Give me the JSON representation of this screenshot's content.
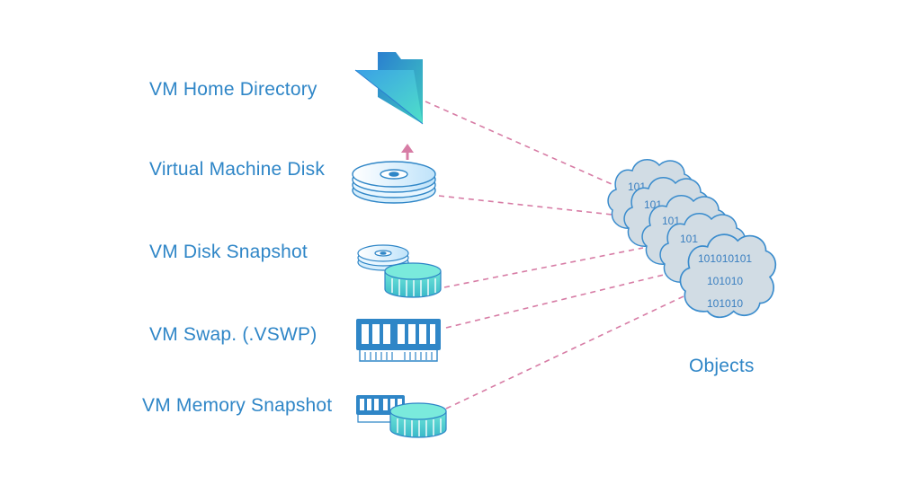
{
  "labels": {
    "home_directory": "VM Home Directory",
    "vm_disk": "Virtual Machine Disk",
    "disk_snapshot": "VM Disk Snapshot",
    "swap": "VM Swap. (.VSWP)",
    "memory_snapshot": "VM Memory Snapshot",
    "objects": "Objects"
  },
  "cloud_text": {
    "back": "101",
    "front_line1": "101010101",
    "front_line2": "101010",
    "front_line3": "101010"
  },
  "icons": [
    "folder-icon",
    "disk-icon",
    "upload-arrow-icon",
    "snapshot-icon",
    "memory-module-icon",
    "cloud-objects-icon"
  ],
  "colors": {
    "label": "#2f86c7",
    "connector": "#d77ca5",
    "cloud_fill": "#d1dce4",
    "cloud_stroke": "#3a8ccd",
    "accent_teal": "#4fd1c5"
  }
}
